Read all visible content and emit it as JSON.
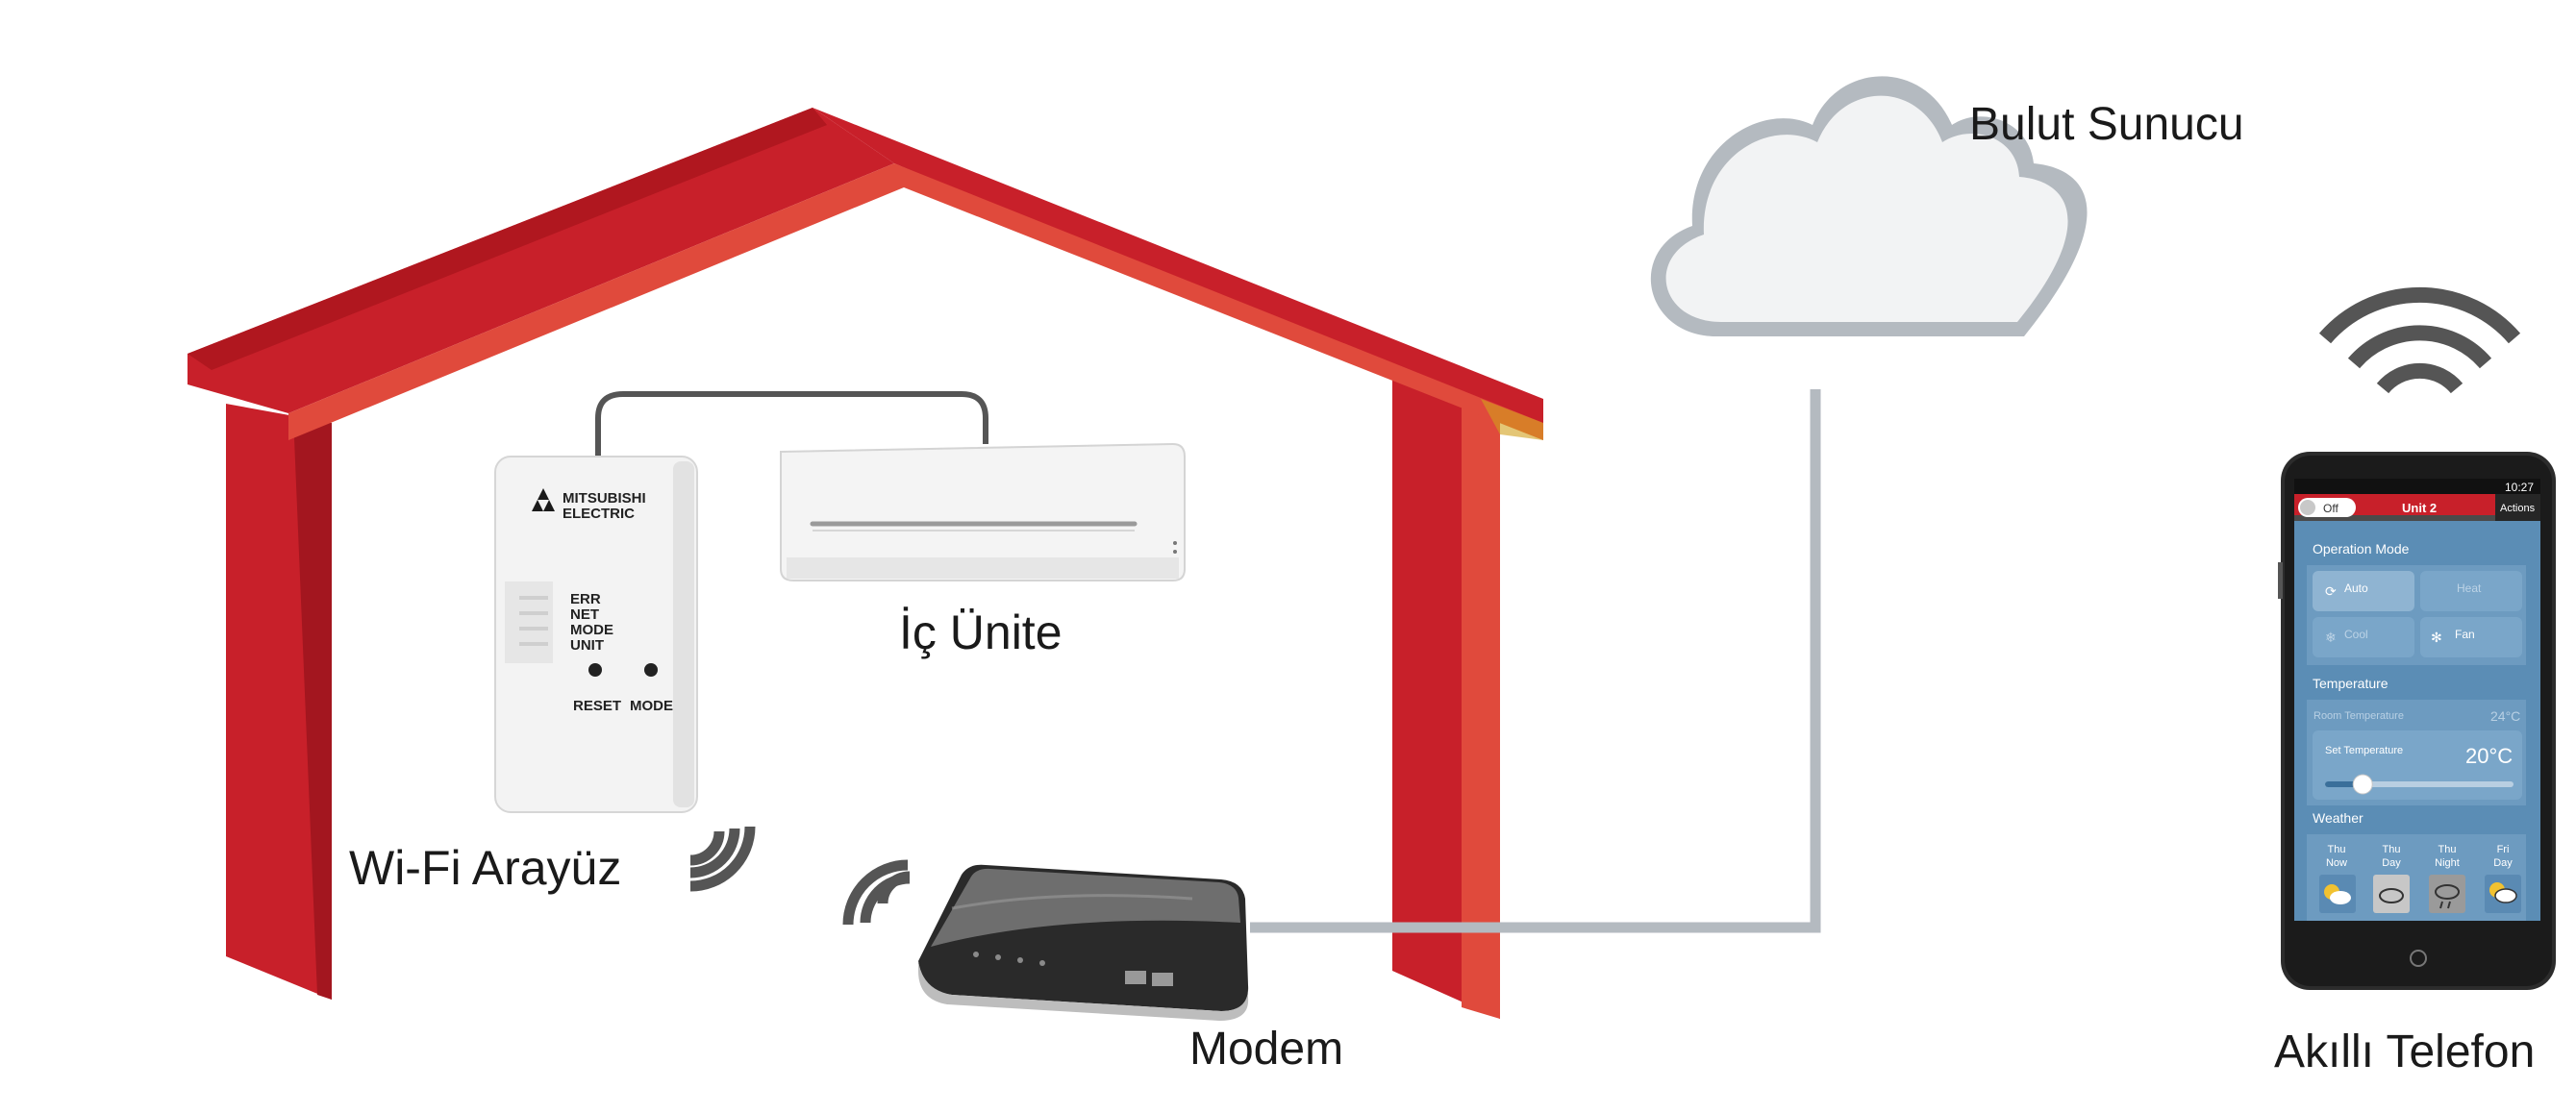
{
  "labels": {
    "cloud": "Bulut Sunucu",
    "indoor_unit": "İç Ünite",
    "wifi_interface": "Wi-Fi Arayüz",
    "modem": "Modem",
    "smartphone": "Akıllı Telefon"
  },
  "adapter": {
    "brand_line1": "MITSUBISHI",
    "brand_line2": "ELECTRIC",
    "leds": [
      "ERR",
      "NET",
      "MODE",
      "UNIT"
    ],
    "button_reset": "RESET",
    "button_mode": "MODE"
  },
  "phone_app": {
    "status_time": "10:27",
    "power_toggle": "Off",
    "unit_title": "Unit 2",
    "actions_label": "Actions",
    "operation_mode": {
      "heading": "Operation Mode",
      "auto": "Auto",
      "heat": "Heat",
      "cool": "Cool",
      "fan": "Fan"
    },
    "temperature": {
      "heading": "Temperature",
      "room_label": "Room Temperature",
      "room_value": "24°C",
      "set_label": "Set Temperature",
      "set_value": "20°C",
      "slider_fraction": 0.2
    },
    "weather": {
      "heading": "Weather",
      "days": [
        {
          "day": "Thu",
          "period": "Now"
        },
        {
          "day": "Thu",
          "period": "Day"
        },
        {
          "day": "Thu",
          "period": "Night"
        },
        {
          "day": "Fri",
          "period": "Day"
        }
      ]
    }
  },
  "colors": {
    "house_red": "#c8202a",
    "house_red_light": "#e04a3c",
    "cable_gray": "#b4bac0",
    "wire_dark": "#555555",
    "wifi_gray": "#555555",
    "app_blue": "#5b8db5"
  }
}
